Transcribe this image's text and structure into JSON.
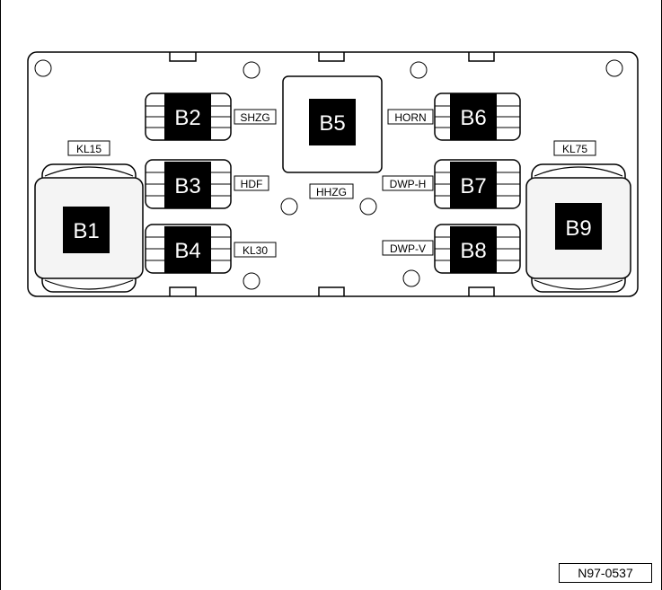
{
  "colors": {
    "stroke": "#000000",
    "board_fill": "#ffffff",
    "chip_fill": "#000000",
    "module_fill": "#f2f2f2"
  },
  "relays": [
    {
      "id": "b1",
      "label": "B1"
    },
    {
      "id": "b2",
      "label": "B2"
    },
    {
      "id": "b3",
      "label": "B3"
    },
    {
      "id": "b4",
      "label": "B4"
    },
    {
      "id": "b5",
      "label": "B5"
    },
    {
      "id": "b6",
      "label": "B6"
    },
    {
      "id": "b7",
      "label": "B7"
    },
    {
      "id": "b8",
      "label": "B8"
    },
    {
      "id": "b9",
      "label": "B9"
    }
  ],
  "tags": [
    {
      "id": "kl15",
      "text": "KL15"
    },
    {
      "id": "kl75",
      "text": "KL75"
    },
    {
      "id": "shzg",
      "text": "SHZG"
    },
    {
      "id": "hdf",
      "text": "HDF"
    },
    {
      "id": "kl30",
      "text": "KL30"
    },
    {
      "id": "hhzg",
      "text": "HHZG"
    },
    {
      "id": "horn",
      "text": "HORN"
    },
    {
      "id": "dwp_h",
      "text": "DWP-H"
    },
    {
      "id": "dwp_v",
      "text": "DWP-V"
    }
  ],
  "figure_code": "N97-0537"
}
